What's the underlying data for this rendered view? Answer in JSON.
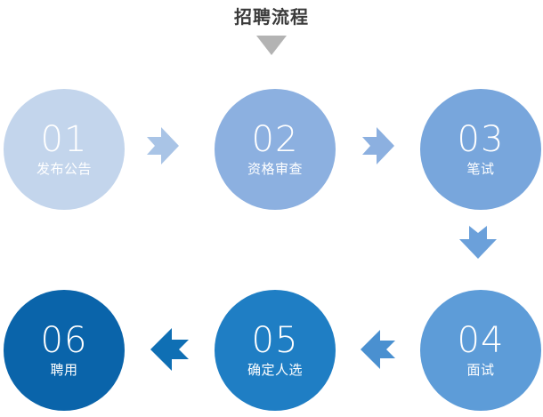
{
  "diagram": {
    "title": "招聘流程",
    "title_marker_icon": "triangle-down-icon",
    "title_color": "#3b3b3b",
    "marker_color": "#b3b3b3",
    "background": "#ffffff",
    "layout": "serpentine",
    "steps": [
      {
        "number": "01",
        "label": "发布公告",
        "color": "#c3d5ec"
      },
      {
        "number": "02",
        "label": "资格审查",
        "color": "#8cb0e0"
      },
      {
        "number": "03",
        "label": "笔试",
        "color": "#78a6dc"
      },
      {
        "number": "04",
        "label": "面试",
        "color": "#5d9cd8"
      },
      {
        "number": "05",
        "label": "确定人选",
        "color": "#1f7ec4"
      },
      {
        "number": "06",
        "label": "聘用",
        "color": "#0a64aa"
      }
    ],
    "connectors": [
      {
        "icon": "arrow-right-icon",
        "from": "01",
        "to": "02",
        "direction": "right",
        "color": "#a9c4e6"
      },
      {
        "icon": "arrow-right-icon",
        "from": "02",
        "to": "03",
        "direction": "right",
        "color": "#8cb0e0"
      },
      {
        "icon": "arrow-down-icon",
        "from": "03",
        "to": "04",
        "direction": "down",
        "color": "#6ba0da"
      },
      {
        "icon": "arrow-left-icon",
        "from": "04",
        "to": "05",
        "direction": "left",
        "color": "#4a90d0"
      },
      {
        "icon": "arrow-left-icon",
        "from": "05",
        "to": "06",
        "direction": "left",
        "color": "#0f6fb4"
      }
    ]
  }
}
